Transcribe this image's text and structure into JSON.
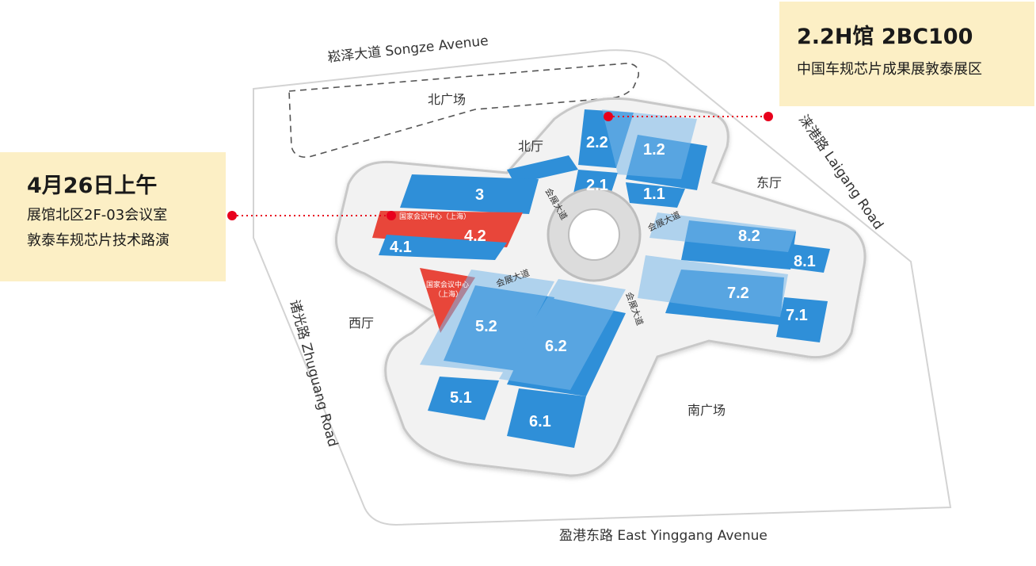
{
  "callout_left": {
    "title": "4月26日上午",
    "line1": "展馆北区2F-03会议室",
    "line2": "敦泰车规芯片技术路演"
  },
  "callout_right": {
    "title": "2.2H馆 2BC100",
    "line1": "中国车规芯片成果展敦泰展区"
  },
  "roads": {
    "north": "崧泽大道  Songze Avenue",
    "west": "诸光路  Zhuguang Road",
    "east": "涞港路  Laigang Road",
    "south": "盈港东路  East Yinggang Avenue"
  },
  "zones": {
    "north_plaza": "北广场",
    "south_plaza": "南广场",
    "north_hall": "北厅",
    "east_hall": "东厅",
    "west_hall": "西厅"
  },
  "avenues": {
    "a": "会展大道",
    "b": "会展大道",
    "c": "会展大道",
    "d": "会展大道"
  },
  "halls": [
    "2.2",
    "1.2",
    "2.1",
    "1.1",
    "3",
    "4.2",
    "4.1",
    "8.2",
    "8.1",
    "7.2",
    "7.1",
    "5.2",
    "6.2",
    "5.1",
    "6.1"
  ],
  "conference_center": {
    "top": "国家会议中心（上海）",
    "left_line1": "国家会议中心",
    "left_line2": "（上海）"
  },
  "colors": {
    "hall_blue": "#2f8fd8",
    "hall_light": "#7ab8ea",
    "red": "#e8463a",
    "marker": "#e8001c",
    "callout_bg": "#fcefc5"
  }
}
